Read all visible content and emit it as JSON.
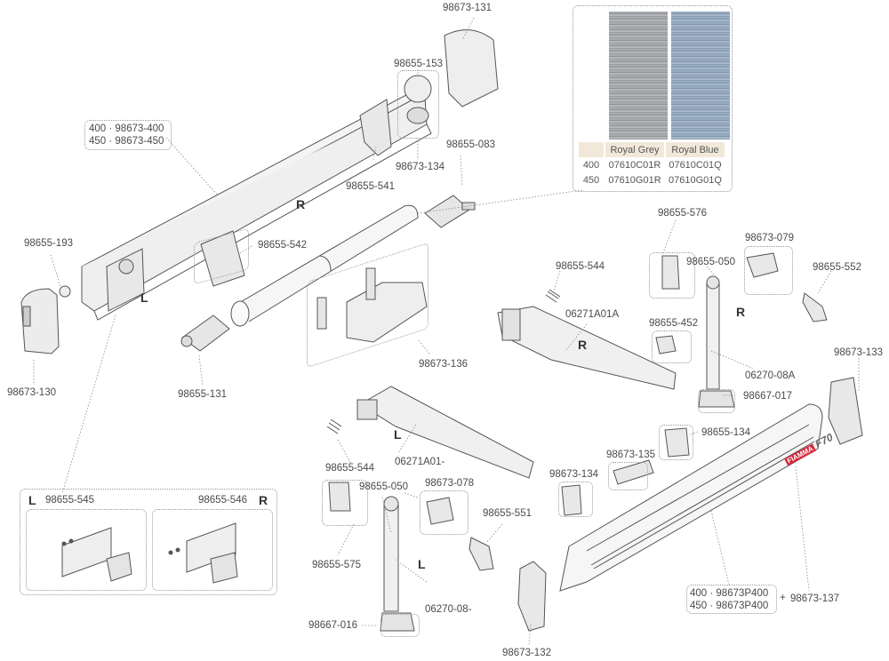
{
  "colors": {
    "royal_grey": "#9ea2a6",
    "royal_blue": "#8ea2b8",
    "table_header_bg": "#f1e8da",
    "brand_red": "#d42a3c"
  },
  "fabric_table": {
    "columns": [
      "",
      "Royal Grey",
      "Royal Blue"
    ],
    "rows": [
      {
        "size": "400",
        "royal_grey": "07610C01R",
        "royal_blue": "07610C01Q"
      },
      {
        "size": "450",
        "royal_grey": "07610G01R",
        "royal_blue": "07610G01Q"
      }
    ]
  },
  "side_markers": {
    "left": "L",
    "right": "R"
  },
  "housing_box": {
    "line1": "400 · 98673-400",
    "line2": "450 · 98673-450"
  },
  "front_bar_box": {
    "line1": "400 · 98673P400",
    "line2": "450 · 98673P400",
    "plus": "+",
    "extra": "98673-137"
  },
  "brand": {
    "logo": "FIAMMA",
    "model": "F70"
  },
  "kit_box": {
    "left_code": "98655-545",
    "right_code": "98655-546"
  },
  "labels": {
    "p98673_131": "98673-131",
    "p98655_153": "98655-153",
    "p98673_134a": "98673-134",
    "p98655_083": "98655-083",
    "p98655_541": "98655-541",
    "p98655_193": "98655-193",
    "p98655_542": "98655-542",
    "p98673_130": "98673-130",
    "p98655_131": "98655-131",
    "p98673_136": "98673-136",
    "p98655_544a": "98655-544",
    "p06271A01A": "06271A01A",
    "p98655_576": "98655-576",
    "p98673_079": "98673-079",
    "p98655_050a": "98655-050",
    "p98655_552": "98655-552",
    "p98655_452": "98655-452",
    "p06270_08A": "06270-08A",
    "p98667_017": "98667-017",
    "p98673_133": "98673-133",
    "p98655_134": "98655-134",
    "p98673_135": "98673-135",
    "p98673_134b": "98673-134",
    "p98655_544b": "98655-544",
    "p06271A01_": "06271A01-",
    "p98655_050b": "98655-050",
    "p98673_078": "98673-078",
    "p98655_551": "98655-551",
    "p98655_575": "98655-575",
    "p06270_08_": "06270-08-",
    "p98667_016": "98667-016",
    "p98673_132": "98673-132"
  }
}
